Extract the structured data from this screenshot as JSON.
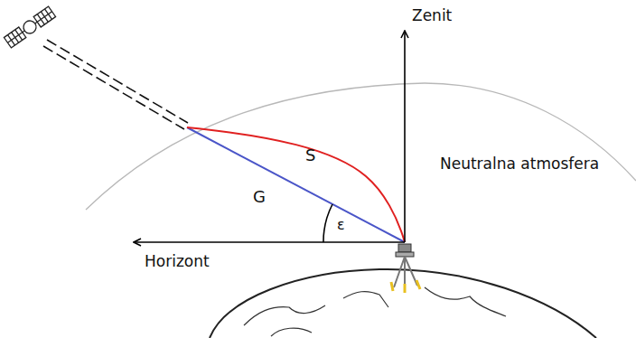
{
  "diagram": {
    "labels": [
      "Zenit",
      "S",
      "Neutralna atmosfera",
      "G",
      "ε",
      "Horizont"
    ]
  }
}
